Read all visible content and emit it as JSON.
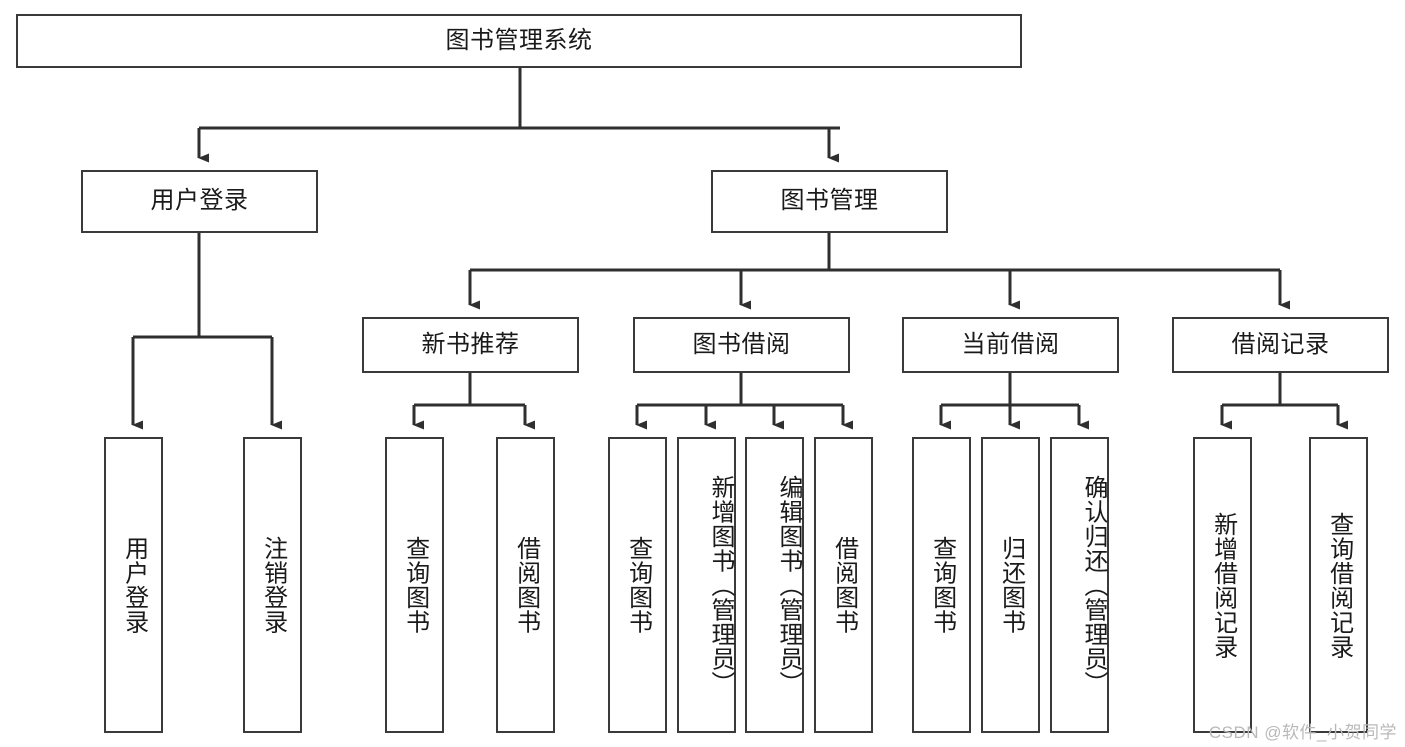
{
  "diagram": {
    "title": "图书管理系统",
    "type": "tree-hierarchy",
    "watermark": "CSDN @软件_小贺同学",
    "colors": {
      "box_border": "#3a3a3a",
      "box_fill": "#ffffff",
      "connector": "#2f2f2f",
      "text": "#1a1a1a",
      "watermark": "#b9b9b9"
    }
  },
  "root": {
    "label": "图书管理系统"
  },
  "level2": [
    {
      "id": "user-login",
      "label": "用户登录"
    },
    {
      "id": "book-manage",
      "label": "图书管理"
    }
  ],
  "level3": [
    {
      "id": "new-book-recommend",
      "label": "新书推荐"
    },
    {
      "id": "book-borrow",
      "label": "图书借阅"
    },
    {
      "id": "current-borrow",
      "label": "当前借阅"
    },
    {
      "id": "borrow-record",
      "label": "借阅记录"
    }
  ],
  "leaves": {
    "user_login": [
      {
        "id": "leaf-user-login",
        "label": "用户登录"
      },
      {
        "id": "leaf-logout-login",
        "label": "注销登录"
      }
    ],
    "new_book_recommend": [
      {
        "id": "leaf-query-book-1",
        "label": "查询图书"
      },
      {
        "id": "leaf-borrow-book-1",
        "label": "借阅图书"
      }
    ],
    "book_borrow": [
      {
        "id": "leaf-query-book-2",
        "label": "查询图书"
      },
      {
        "id": "leaf-add-book",
        "label": "新增图书（管理员）"
      },
      {
        "id": "leaf-edit-book",
        "label": "编辑图书（管理员）"
      },
      {
        "id": "leaf-borrow-book-2",
        "label": "借阅图书"
      }
    ],
    "current_borrow": [
      {
        "id": "leaf-query-book-3",
        "label": "查询图书"
      },
      {
        "id": "leaf-return-book",
        "label": "归还图书"
      },
      {
        "id": "leaf-confirm-return",
        "label": "确认归还（管理员）"
      }
    ],
    "borrow_record": [
      {
        "id": "leaf-add-record",
        "label": "新增借阅记录"
      },
      {
        "id": "leaf-query-record",
        "label": "查询借阅记录"
      }
    ]
  }
}
